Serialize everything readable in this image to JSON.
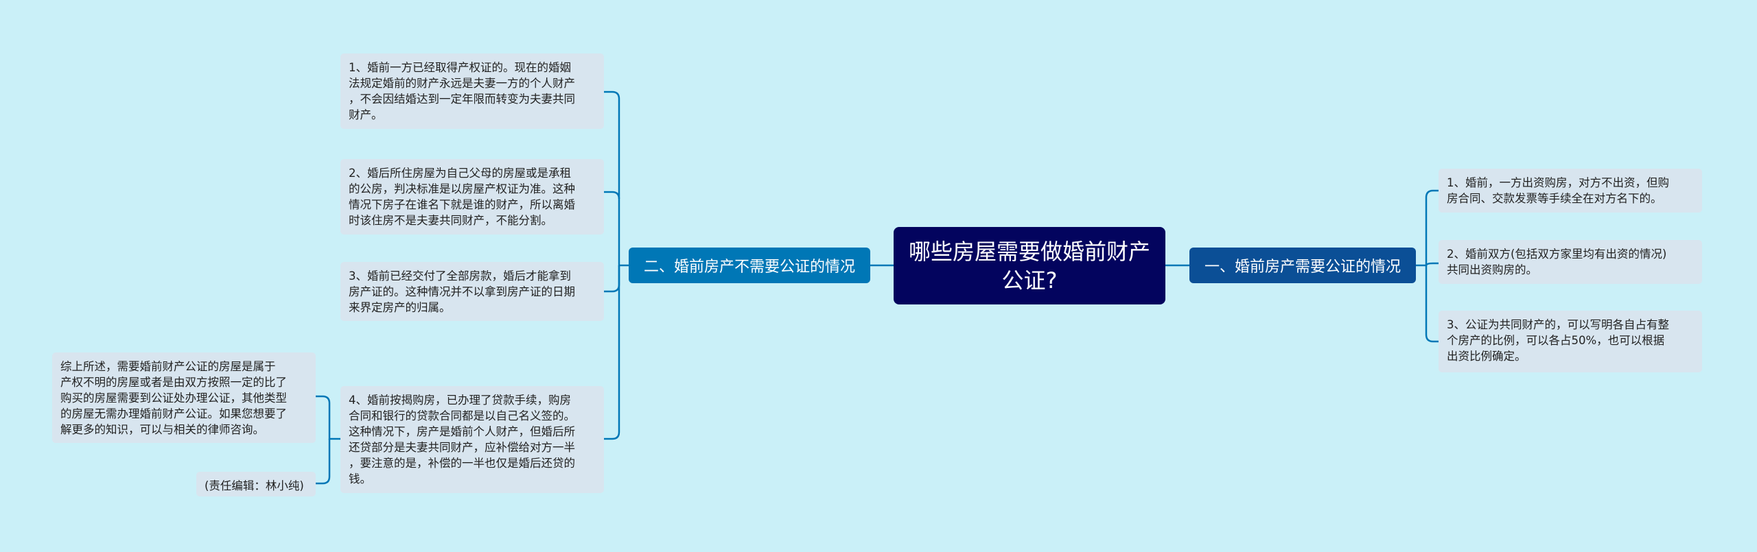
{
  "colors": {
    "background": "#caf0f8",
    "root": "#03045e",
    "branch_left": "#0077b6",
    "branch_right": "#0b4f96",
    "leaf": "#d8e5ef",
    "connector": "#0077b6"
  },
  "root": {
    "title": "哪些房屋需要做婚前财产\n公证?"
  },
  "left_branch": {
    "label": "二、婚前房产不需要公证的情况",
    "items": [
      "1、婚前一方已经取得产权证的。现在的婚姻\n法规定婚前的财产永远是夫妻一方的个人财产\n，不会因结婚达到一定年限而转变为夫妻共同\n财产。",
      "2、婚后所住房屋为自己父母的房屋或是承租\n的公房，判决标准是以房屋产权证为准。这种\n情况下房子在谁名下就是谁的财产，所以离婚\n时该住房不是夫妻共同财产，不能分割。",
      "3、婚前已经交付了全部房款，婚后才能拿到\n房产证的。这种情况并不以拿到房产证的日期\n来界定房产的归属。",
      "4、婚前按揭购房，已办理了贷款手续，购房\n合同和银行的贷款合同都是以自己名义签的。\n这种情况下，房产是婚前个人财产，但婚后所\n还贷部分是夫妻共同财产，应补偿给对方一半\n，要注意的是，补偿的一半也仅是婚后还贷的\n钱。"
    ],
    "sub_items": [
      "综上所述，需要婚前财产公证的房屋是属于\n产权不明的房屋或者是由双方按照一定的比了\n购买的房屋需要到公证处办理公证，其他类型\n的房屋无需办理婚前财产公证。如果您想要了\n解更多的知识，可以与相关的律师咨询。",
      "(责任编辑：林小纯)"
    ]
  },
  "right_branch": {
    "label": "一、婚前房产需要公证的情况",
    "items": [
      "1、婚前，一方出资购房，对方不出资，但购\n房合同、交款发票等手续全在对方名下的。",
      "2、婚前双方(包括双方家里均有出资的情况)\n共同出资购房的。",
      "3、公证为共同财产的，可以写明各自占有整\n个房产的比例，可以各占50%，也可以根据\n出资比例确定。"
    ]
  }
}
